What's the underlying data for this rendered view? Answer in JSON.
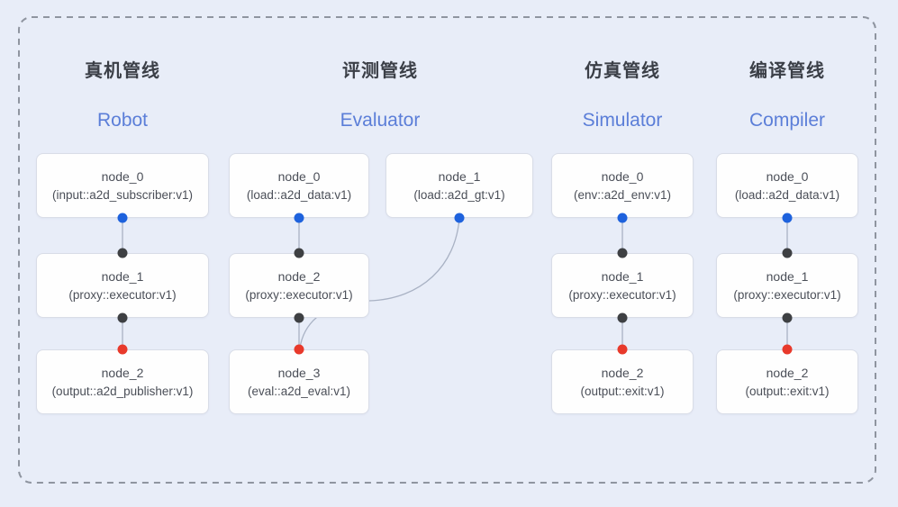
{
  "colors": {
    "background": "#e8edf8",
    "box_background": "#fefefe",
    "box_border": "#d9dde7",
    "dash_border": "#8f95a0",
    "title_cn_color": "#3b3f47",
    "title_en_color": "#5b7ed8",
    "node_text_color": "#4b4f58",
    "connector": "#a9b2c4",
    "port_blue": "#1e62dd",
    "port_black": "#3e4043",
    "port_red": "#e8392b"
  },
  "pipelines": [
    {
      "title_cn": "真机管线",
      "title_en": "Robot",
      "nodes": [
        {
          "name": "node_0",
          "type": "(input::a2d_subscriber:v1)"
        },
        {
          "name": "node_1",
          "type": "(proxy::executor:v1)"
        },
        {
          "name": "node_2",
          "type": "(output::a2d_publisher:v1)"
        }
      ]
    },
    {
      "title_cn": "评测管线",
      "title_en": "Evaluator",
      "nodes": [
        {
          "name": "node_0",
          "type": "(load::a2d_data:v1)"
        },
        {
          "name": "node_1",
          "type": "(load::a2d_gt:v1)"
        },
        {
          "name": "node_2",
          "type": "(proxy::executor:v1)"
        },
        {
          "name": "node_3",
          "type": "(eval::a2d_eval:v1)"
        }
      ]
    },
    {
      "title_cn": "仿真管线",
      "title_en": "Simulator",
      "nodes": [
        {
          "name": "node_0",
          "type": "(env::a2d_env:v1)"
        },
        {
          "name": "node_1",
          "type": "(proxy::executor:v1)"
        },
        {
          "name": "node_2",
          "type": "(output::exit:v1)"
        }
      ]
    },
    {
      "title_cn": "编译管线",
      "title_en": "Compiler",
      "nodes": [
        {
          "name": "node_0",
          "type": "(load::a2d_data:v1)"
        },
        {
          "name": "node_1",
          "type": "(proxy::executor:v1)"
        },
        {
          "name": "node_2",
          "type": "(output::exit:v1)"
        }
      ]
    }
  ]
}
